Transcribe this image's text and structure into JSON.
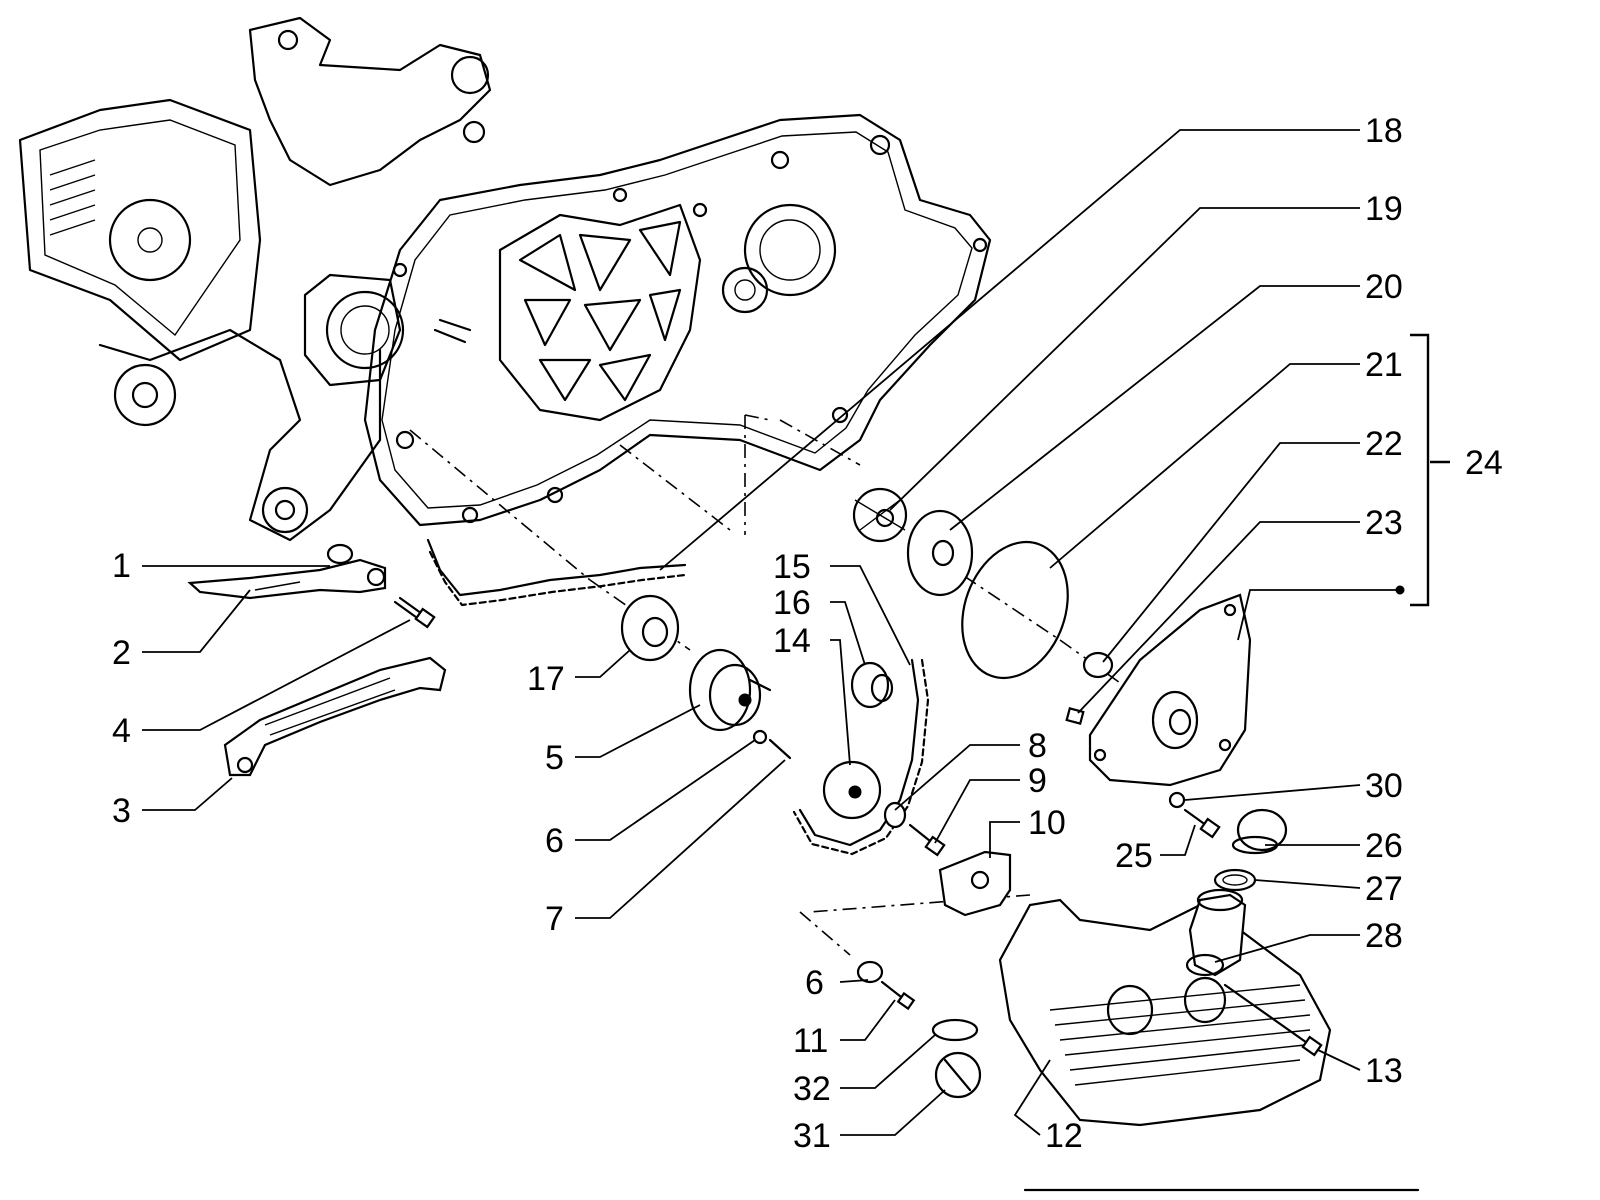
{
  "callouts": {
    "c1": "1",
    "c2": "2",
    "c3": "3",
    "c4": "4",
    "c5": "5",
    "c6a": "6",
    "c6b": "6",
    "c7": "7",
    "c8": "8",
    "c9": "9",
    "c10": "10",
    "c11": "11",
    "c12": "12",
    "c13": "13",
    "c14": "14",
    "c15": "15",
    "c16": "16",
    "c17": "17",
    "c18": "18",
    "c19": "19",
    "c20": "20",
    "c21": "21",
    "c22": "22",
    "c23": "23",
    "c24": "24",
    "c25": "25",
    "c26": "26",
    "c27": "27",
    "c28": "28",
    "c30": "30",
    "c31": "31",
    "c32": "32"
  }
}
